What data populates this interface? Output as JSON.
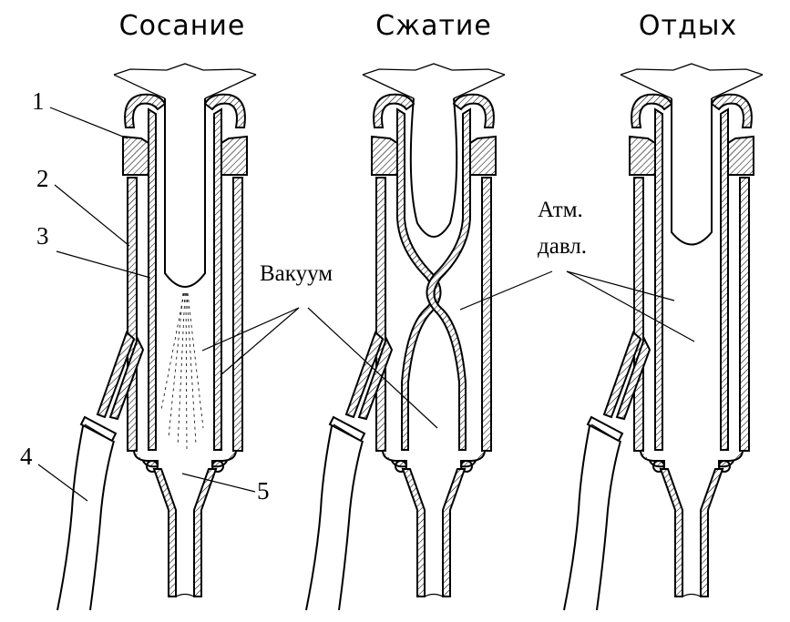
{
  "panels": [
    {
      "id": "suck",
      "title": "Сосание"
    },
    {
      "id": "squeeze",
      "title": "Сжатие"
    },
    {
      "id": "rest",
      "title": "Отдых"
    }
  ],
  "part_labels": [
    "1",
    "2",
    "3",
    "4",
    "5"
  ],
  "annotations": {
    "vacuum": "Вакуум",
    "atm_line1": "Атм.",
    "atm_line2": "давл."
  }
}
